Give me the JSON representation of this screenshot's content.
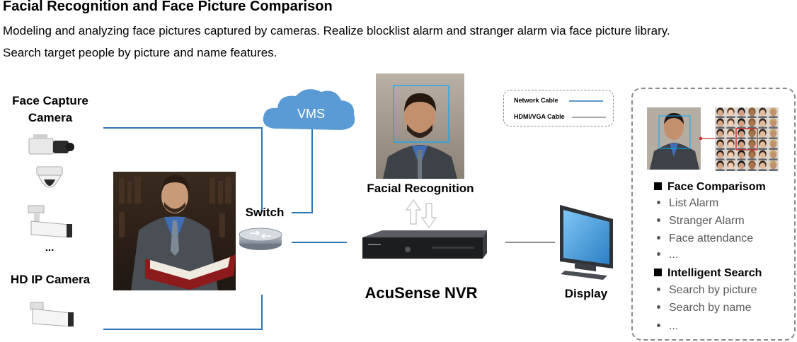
{
  "header": {
    "title": "Facial Recognition and Face Picture Comparison",
    "desc_line1": "Modeling and analyzing face pictures captured by cameras. Realize blocklist alarm and stranger alarm via face picture library.",
    "desc_line2": "Search target people by picture and name features."
  },
  "nodes": {
    "face_capture_line1": "Face Capture",
    "face_capture_line2": "Camera",
    "ellipsis": "...",
    "hd_ip_camera": "HD IP Camera",
    "vms": "VMS",
    "switch": "Switch",
    "facial_recognition": "Facial Recognition",
    "nvr": "AcuSense NVR",
    "display": "Display"
  },
  "legend": {
    "network_cable": "Network Cable",
    "hdmi_vga_cable": "HDMI/VGA Cable"
  },
  "panel": {
    "section1": {
      "title": "Face Comparisom",
      "items": [
        "List Alarm",
        "Stranger Alarm",
        "Face attendance",
        "..."
      ]
    },
    "section2": {
      "title": "Intelligent Search",
      "items": [
        "Search by picture",
        "Search by name",
        "..."
      ]
    }
  },
  "colors": {
    "network_cable": "#2e75b6",
    "hdmi_cable": "#8c8c8c",
    "vms_cloud": "#5b9bd5",
    "face_box": "#00aaff"
  }
}
